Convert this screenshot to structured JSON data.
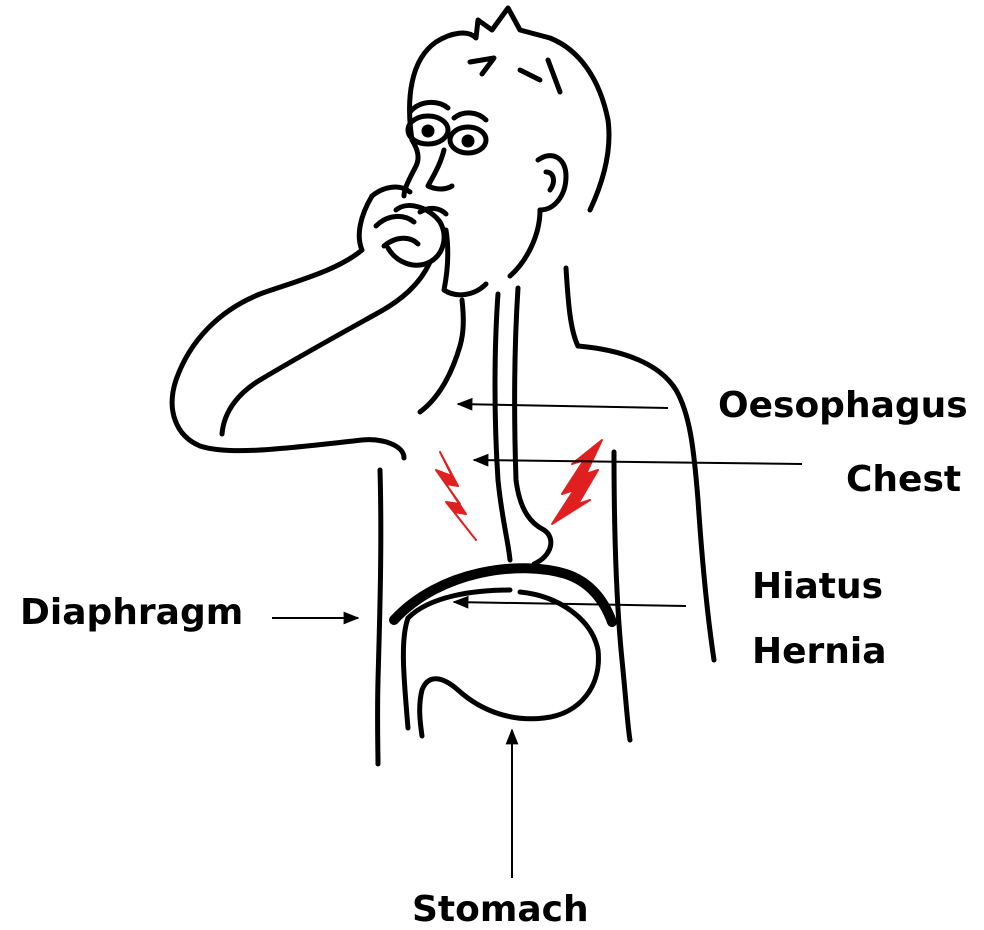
{
  "labels": {
    "oesophagus": "Oesophagus",
    "chest": "Chest",
    "diaphragm": "Diaphragm",
    "hiatus_line1": "Hiatus",
    "hiatus_line2": "Hernia",
    "stomach": "Stomach"
  },
  "colors": {
    "ink": "#000000",
    "pain": "#e02020",
    "background": "#ffffff"
  }
}
